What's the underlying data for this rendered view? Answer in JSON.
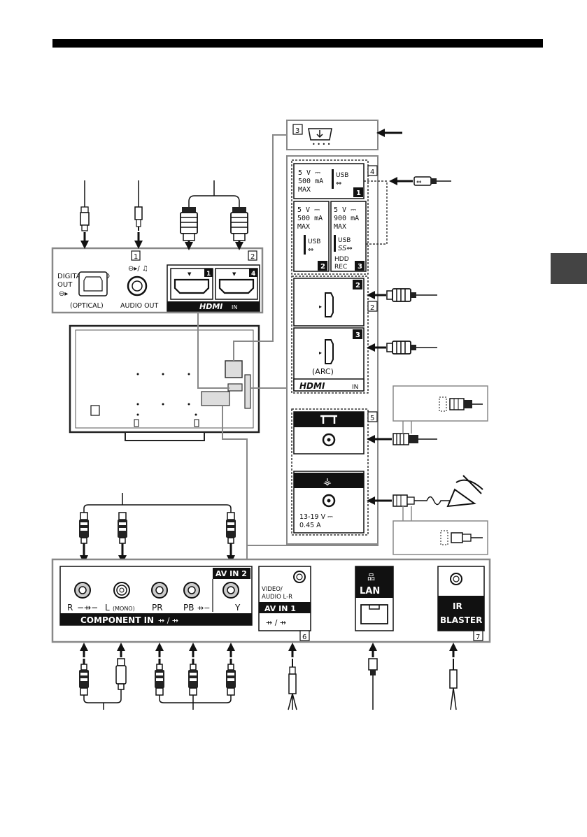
{
  "sections": {
    "s1": "1",
    "s2": "2",
    "s3": "3",
    "s4": "4",
    "s5": "5",
    "s6": "6",
    "s7": "7",
    "s2b": "2"
  },
  "top_panel": {
    "digital_audio_line1": "DIGITAL AUDIO",
    "digital_audio_line2": "OUT",
    "optical": "(OPTICAL)",
    "audio_out": "AUDIO OUT",
    "hdmi_port1": "1",
    "hdmi_port4": "4",
    "hdmi_logo": "HDMI",
    "hdmi_in": "IN"
  },
  "usb": {
    "usb1_v": "5 V ⎓",
    "usb1_ma": "500 mA",
    "usb1_max": "MAX",
    "usb1_label": "USB",
    "usb1_num": "1",
    "usb2_v": "5 V ⎓",
    "usb2_ma": "500 mA",
    "usb2_max": "MAX",
    "usb2_label": "USB",
    "usb2_num": "2",
    "usb3_v": "5 V ⎓",
    "usb3_ma": "900 mA",
    "usb3_max": "MAX",
    "usb3_label": "USB",
    "usb3_hdd1": "HDD",
    "usb3_hdd2": "REC",
    "usb3_num": "3"
  },
  "side_hdmi": {
    "port2": "2",
    "port3": "3",
    "arc": "(ARC)",
    "logo": "HDMI",
    "in": "IN"
  },
  "tuner": {
    "sat_voltage": "13-19 V ⎓",
    "sat_current": "0.45 A"
  },
  "bottom_panel": {
    "r_label": "R",
    "l_label": "L",
    "mono": "(MONO)",
    "pr": "PR",
    "pb": "PB",
    "y": "Y",
    "av_in2": "AV IN 2",
    "component_in": "COMPONENT IN",
    "video_audio1": "VIDEO/",
    "video_audio2": "AUDIO L-R",
    "av_in1": "AV IN 1",
    "lan": "LAN",
    "ir1": "IR",
    "ir2": "BLASTER"
  }
}
